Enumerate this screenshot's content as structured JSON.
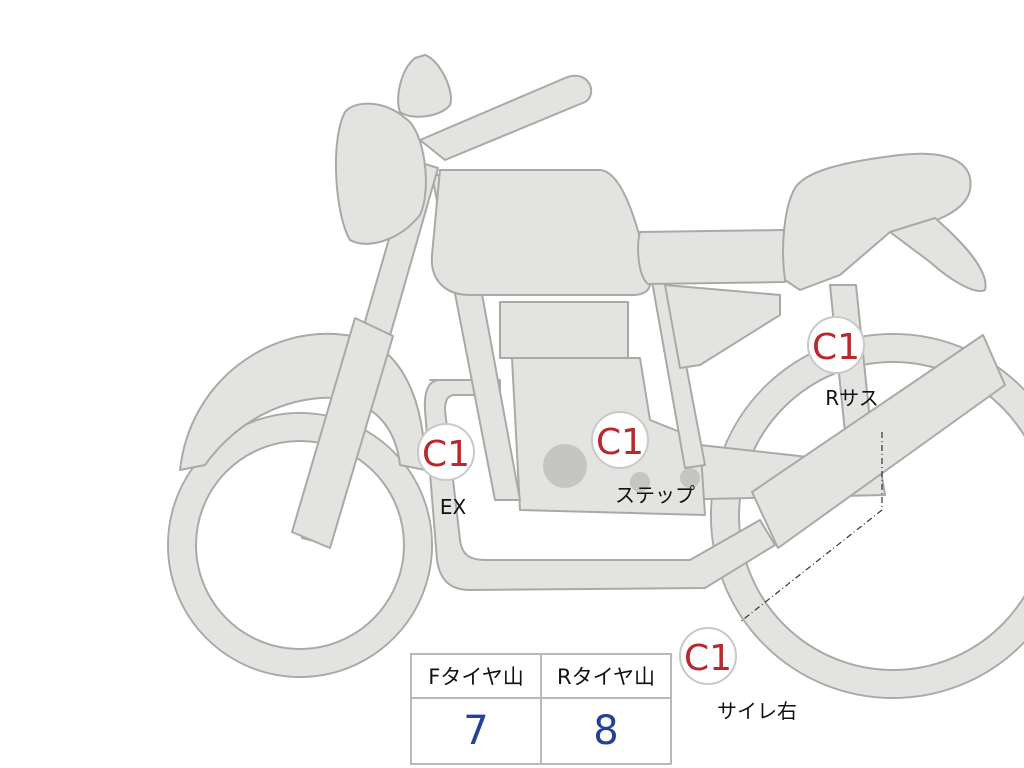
{
  "markers": [
    {
      "code": "C1",
      "label": "EX"
    },
    {
      "code": "C1",
      "label": "ステップ"
    },
    {
      "code": "C1",
      "label": "Rサス"
    },
    {
      "code": "C1",
      "label": "サイレ右"
    }
  ],
  "tire_table": {
    "headers": [
      "Fタイヤ山",
      "Rタイヤ山"
    ],
    "values": [
      "7",
      "8"
    ]
  },
  "colors": {
    "body_fill": "#e3e3e1",
    "outline": "#a9a9a6",
    "marker_code": "#b8282c",
    "table_value": "#23409a"
  }
}
